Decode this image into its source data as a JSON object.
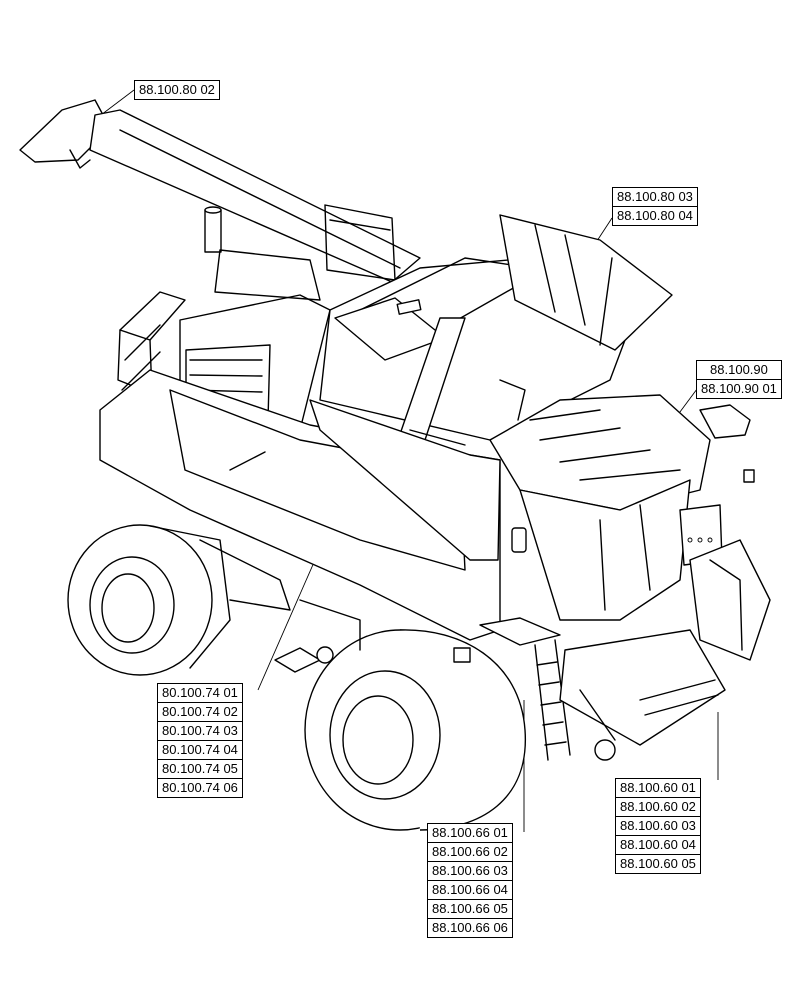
{
  "callouts": {
    "unloading_tube": [
      "88.100.80 02"
    ],
    "grain_tank_cover": [
      "88.100.80 03",
      "88.100.80 04"
    ],
    "cab_roof": [
      "88.100.90",
      "88.100.90 01"
    ],
    "side_panel": [
      "80.100.74 01",
      "80.100.74 02",
      "80.100.74 03",
      "80.100.74 04",
      "80.100.74 05",
      "80.100.74 06"
    ],
    "ladder": [
      "88.100.66 01",
      "88.100.66 02",
      "88.100.66 03",
      "88.100.66 04",
      "88.100.66 05",
      "88.100.66 06"
    ],
    "header_rear": [
      "88.100.60 01",
      "88.100.60 02",
      "88.100.60 03",
      "88.100.60 04",
      "88.100.60 05"
    ]
  }
}
